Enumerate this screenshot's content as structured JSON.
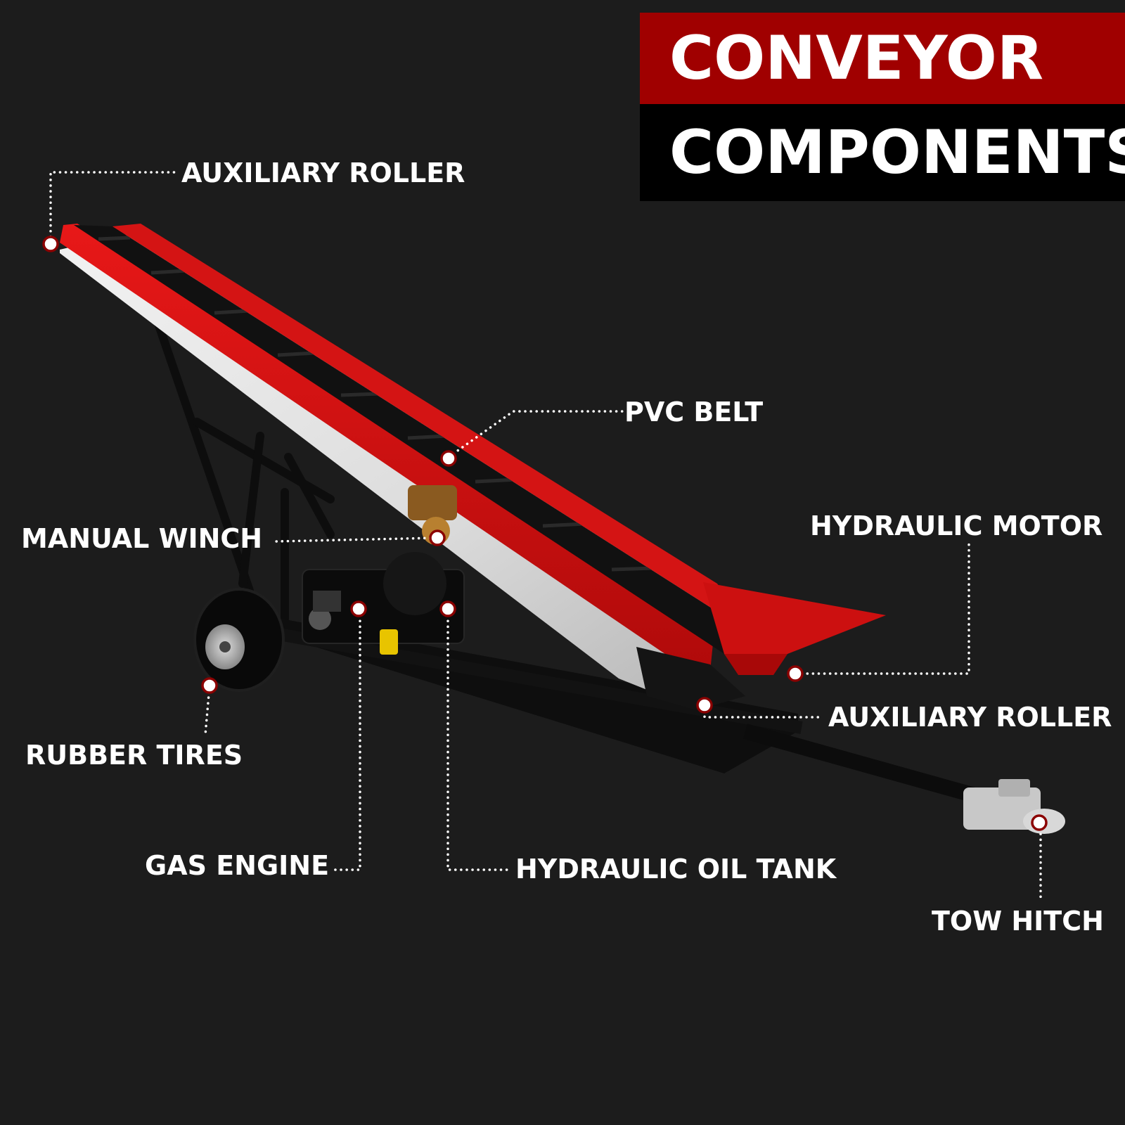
{
  "title": {
    "line1": "CONVEYOR",
    "line2": "COMPONENTS",
    "line1_bg": "#a00000",
    "line2_bg": "#000000"
  },
  "colors": {
    "background": "#1c1c1c",
    "frame_red": "#d41414",
    "belt_black": "#111111",
    "marker_fill": "#ffffff",
    "marker_ring": "#8b0000"
  },
  "labels": {
    "aux_roller_top": "AUXILIARY ROLLER",
    "pvc_belt": "PVC BELT",
    "manual_winch": "MANUAL WINCH",
    "hydraulic_motor": "HYDRAULIC MOTOR",
    "aux_roller_bottom": "AUXILIARY ROLLER",
    "rubber_tires": "RUBBER TIRES",
    "gas_engine": "GAS ENGINE",
    "hydraulic_oil_tank": "HYDRAULIC OIL TANK",
    "tow_hitch": "TOW HITCH"
  }
}
